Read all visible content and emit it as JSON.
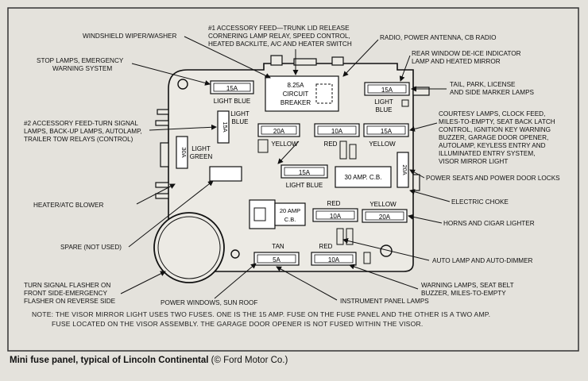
{
  "labels": {
    "wiper": "WINDSHIELD WIPER/WASHER",
    "accessory1": [
      "#1 ACCESSORY FEED—TRUNK LID RELEASE",
      "CORNERING LAMP RELAY, SPEED CONTROL,",
      "HEATED BACKLITE, A/C AND HEATER SWITCH"
    ],
    "radio": "RADIO, POWER ANTENNA, CB RADIO",
    "rear_window": [
      "REAR WINDOW DE-ICE INDICATOR",
      "LAMP AND HEATED MIRROR"
    ],
    "stop_lamps": [
      "STOP LAMPS, EMERGENCY",
      "WARNING SYSTEM"
    ],
    "tail_park": [
      "TAIL, PARK, LICENSE",
      "AND SIDE MARKER LAMPS"
    ],
    "accessory2": [
      "#2 ACCESSORY FEED-TURN SIGNAL",
      "LAMPS, BACK-UP LAMPS, AUTOLAMP,",
      "TRAILER TOW RELAYS (CONTROL)"
    ],
    "courtesy": [
      "COURTESY LAMPS, CLOCK FEED,",
      "MILES-TO-EMPTY, SEAT BACK LATCH",
      "CONTROL, IGNITION KEY WARNING",
      "BUZZER, GARAGE DOOR OPENER,",
      "AUTOLAMP, KEYLESS ENTRY AND",
      "ILLUMINATED ENTRY SYSTEM,",
      "VISOR MIRROR LIGHT"
    ],
    "power_seats": "POWER SEATS AND POWER DOOR LOCKS",
    "heater": "HEATER/ATC BLOWER",
    "choke": "ELECTRIC CHOKE",
    "horns": "HORNS AND CIGAR LIGHTER",
    "spare": "SPARE (NOT USED)",
    "auto_lamp": "AUTO LAMP AND AUTO-DIMMER",
    "turn_flasher": [
      "TURN SIGNAL FLASHER ON",
      "FRONT SIDE-EMERGENCY",
      "FLASHER ON REVERSE SIDE"
    ],
    "warning_lamps": [
      "WARNING LAMPS, SEAT BELT",
      "BUZZER, MILES-TO-EMPTY"
    ],
    "power_windows": "POWER WINDOWS, SUN ROOF",
    "instrument": "INSTRUMENT PANEL LAMPS"
  },
  "fuses": {
    "f15_top_left": {
      "rating": "15A",
      "color": "LIGHT BLUE"
    },
    "circuit_breaker": {
      "rating": "8.25A",
      "line2": "CIRCUIT",
      "line3": "BREAKER"
    },
    "f15_top_right": {
      "rating": "15A",
      "color": "LIGHT",
      "color2": "BLUE"
    },
    "f15_vert": {
      "rating": "15A",
      "color": "LIGHT",
      "color2": "BLUE"
    },
    "f30_vert": {
      "rating": "30A",
      "color": "LIGHT",
      "color2": "GREEN"
    },
    "f20_yellow": {
      "rating": "20A",
      "color": "YELLOW"
    },
    "f10_red": {
      "rating": "10A",
      "color": "RED"
    },
    "f15_yellow": {
      "rating": "15A",
      "color": "YELLOW"
    },
    "f15_lightblue_mid": {
      "rating": "15A",
      "color": "LIGHT BLUE"
    },
    "cb30": {
      "rating": "30 AMP. C.B."
    },
    "f20_vert_right": {
      "rating": "20A"
    },
    "cb20": {
      "rating": "20 AMP",
      "line2": "C.B."
    },
    "f10_red_lower": {
      "rating": "10A",
      "color": "RED"
    },
    "f20_yellow_lower": {
      "rating": "20A",
      "color": "YELLOW"
    },
    "f5_tan": {
      "rating": "5A",
      "color": "TAN"
    },
    "f10_red_bottom": {
      "rating": "10A",
      "color": "RED"
    }
  },
  "note": {
    "line1": "NOTE:  THE VISOR MIRROR LIGHT USES TWO FUSES. ONE IS THE 15 AMP. FUSE ON THE FUSE PANEL AND THE OTHER IS A TWO AMP.",
    "line2": "FUSE LOCATED ON THE VISOR ASSEMBLY. THE GARAGE DOOR OPENER IS NOT FUSED WITHIN THE VISOR."
  },
  "caption": {
    "bold": "Mini fuse panel, typical of Lincoln Continental",
    "normal": " (© Ford Motor Co.)"
  }
}
